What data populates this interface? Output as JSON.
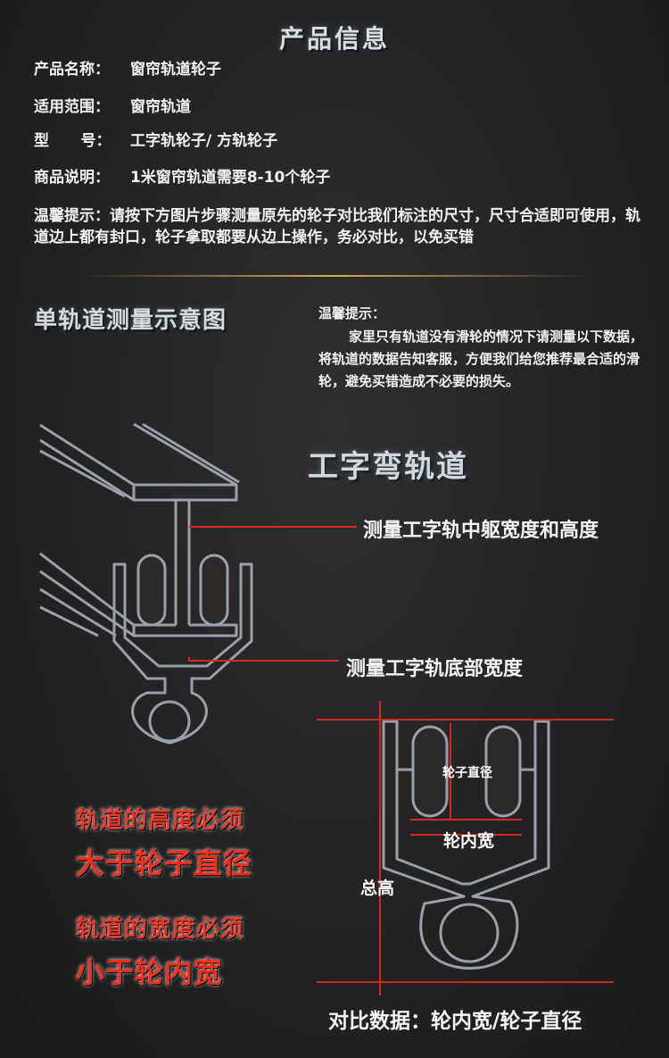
{
  "title": "产品信息",
  "info": {
    "name_label": "产品名称：",
    "name_value": "窗帘轨道轮子",
    "scope_label": "适用范围：",
    "scope_value": "窗帘轨道",
    "model_label": "型      号：",
    "model_value": "工字轨轮子/ 方轨轮子",
    "desc_label": "商品说明：",
    "desc_value": "1米窗帘轨道需要8-10个轮子",
    "tip_label": "温馨提示：",
    "tip_value": "请按下方图片步骤测量原先的轮子对比我们标注的尺寸，尺寸合适即可使用，轨道边上都有封口，轮子拿取都要从边上操作，务必对比，以免买错"
  },
  "section_title": "单轨道测量示意图",
  "tip2": {
    "head": "温馨提示：",
    "body": "家里只有轨道没有滑轮的情况下请测量以下数据，将轨道的数据告知客服，方便我们给您推荐最合适的滑轮，避免买错造成不必要的损失。"
  },
  "rail_title": "工字弯轨道",
  "annotations": {
    "measure_web": "测量工字轨中躯宽度和高度",
    "measure_bottom": "测量工字轨底部宽度",
    "wheel_diameter": "轮子直径",
    "inner_width": "轮内宽",
    "total_height": "总高"
  },
  "warnings": {
    "line1a": "轨道的高度必须",
    "line1b": "大于轮子直径",
    "line2a": "轨道的宽度必须",
    "line2b": "小于轮内宽"
  },
  "bottom_text": "对比数据：轮内宽/轮子直径",
  "colors": {
    "accent_red": "#e03a2a",
    "divider_gold": "#d9b04a",
    "diagram_gray": "#9aa0ab"
  }
}
